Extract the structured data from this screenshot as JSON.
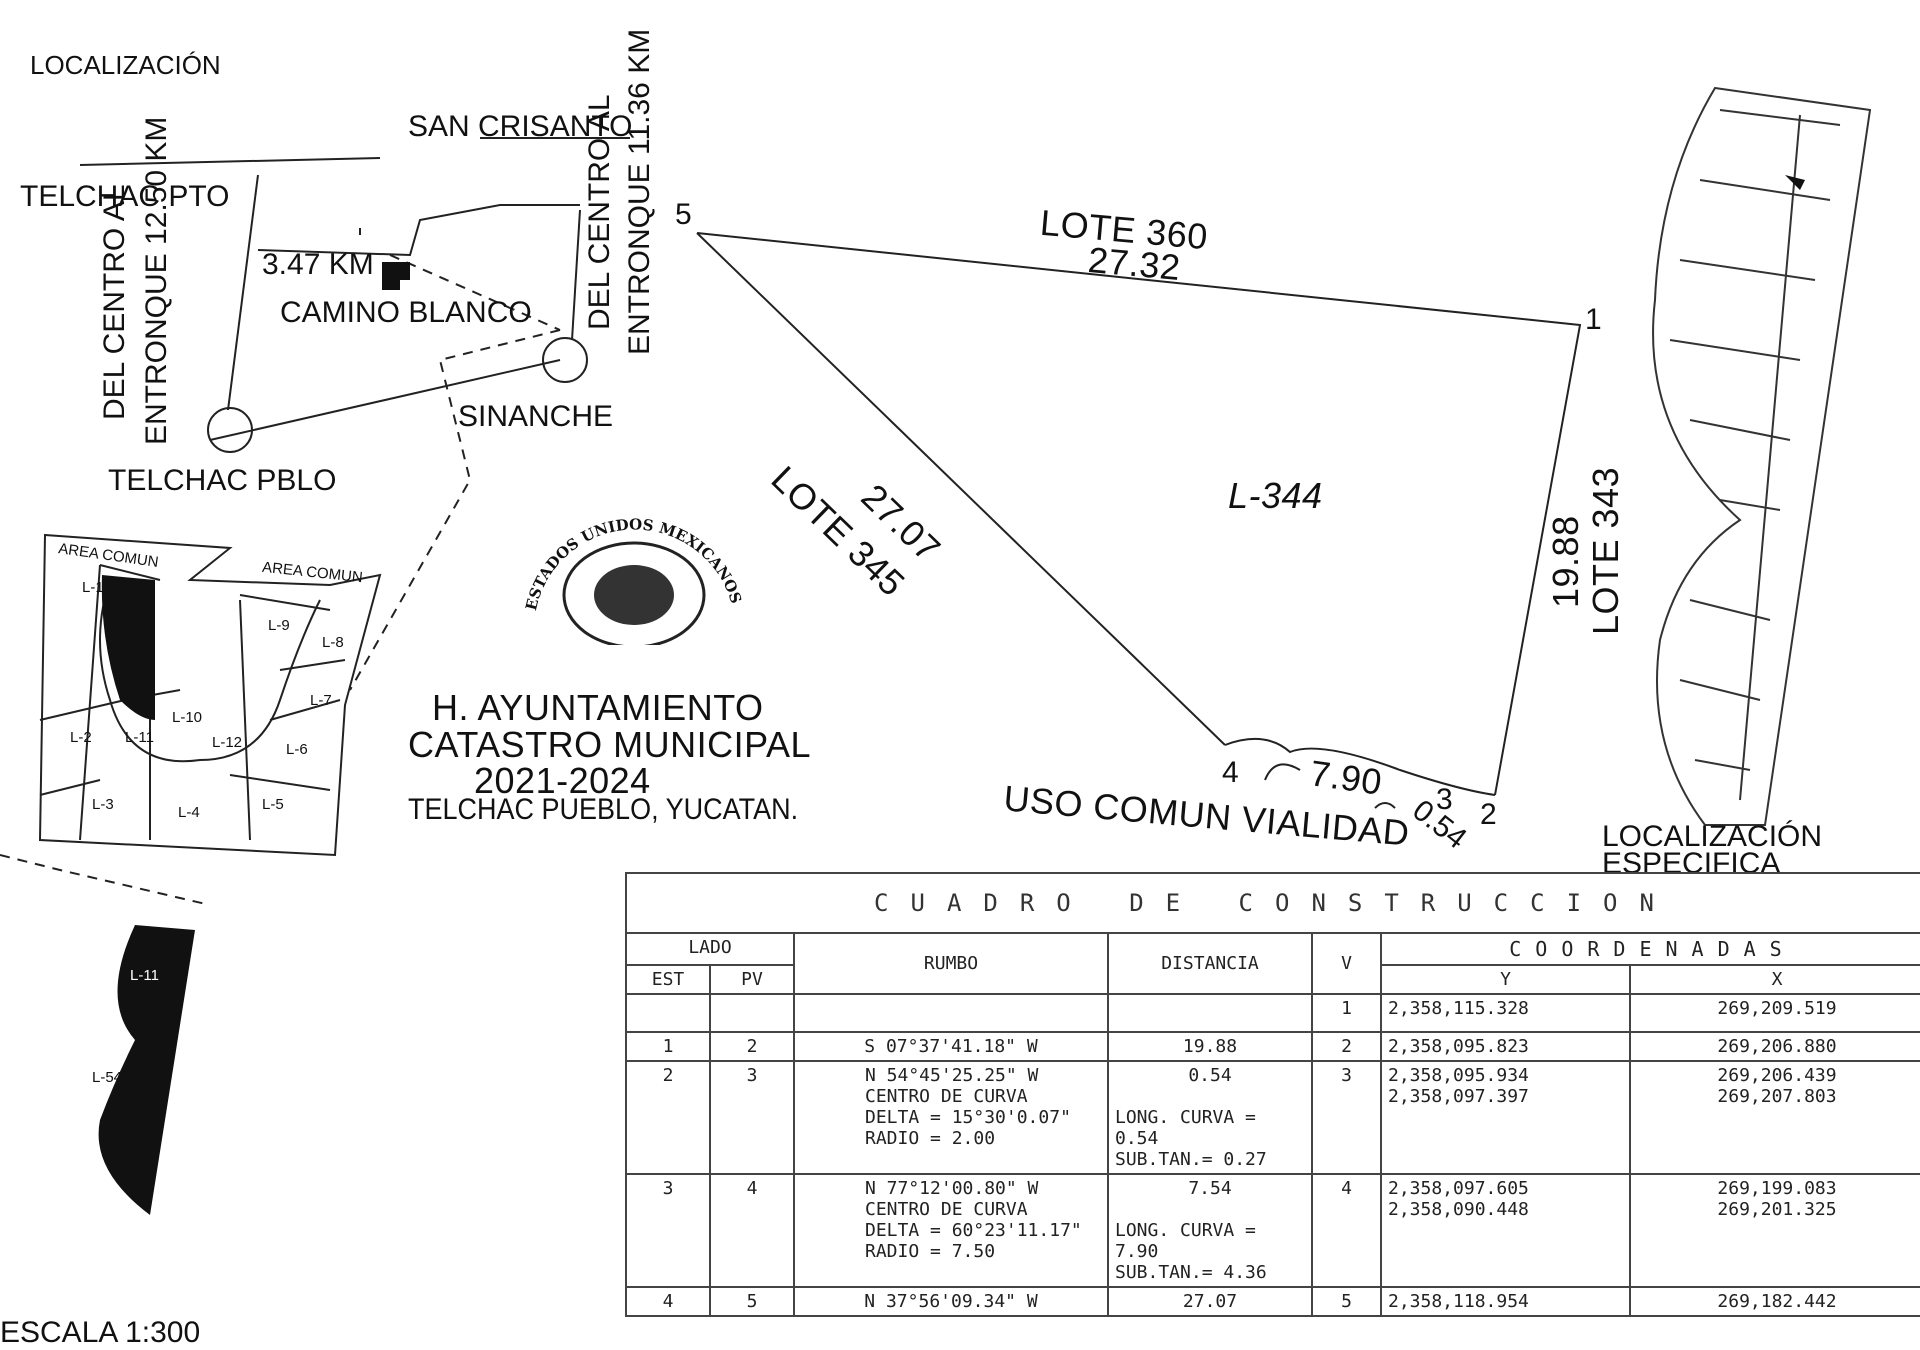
{
  "location_title": "LOCALIZACIÓN",
  "map": {
    "telchac_pto": "TELCHAC PTO",
    "san_crisanto": "SAN CRISANTO",
    "camino_blanco": "CAMINO BLANCO",
    "sinanche": "SINANCHE",
    "telchac_pblo": "TELCHAC PBLO",
    "distance_1": "3.47 KM",
    "route_left": [
      "DEL CENTRO AL",
      "ENTRONQUE 12.50 KM"
    ],
    "route_right": [
      "DEL CENTRO AL",
      "ENTRONQUE 11.36 KM"
    ]
  },
  "mini_plan": {
    "area_comun_1": "AREA COMUN",
    "area_comun_2": "AREA COMUN",
    "lots": [
      "L-1",
      "L-9",
      "L-8",
      "L-10",
      "L-7",
      "L-2",
      "L-6",
      "L-3",
      "L-4",
      "L-5",
      "L-11",
      "L-12"
    ]
  },
  "strip": {
    "label_1": "L-11",
    "label_2": "L-54A"
  },
  "scale": "ESCALA 1:300",
  "seal_text": "ESTADOS UNIDOS MEXICANOS",
  "authority": {
    "line1": "H. AYUNTAMIENTO",
    "line2": "CATASTRO MUNICIPAL",
    "line3": "2021-2024",
    "line4": "TELCHAC PUEBLO, YUCATAN."
  },
  "lot": {
    "id": "L-344",
    "north_label": "LOTE 360",
    "north_dist": "27.32",
    "west_label": "LOTE 345",
    "west_dist": "27.07",
    "east_label": "LOTE 343",
    "east_dist": "19.88",
    "south_label": "USO COMUN VIALIDAD",
    "curve_1": "7.90",
    "curve_2": "0.54",
    "vertices": [
      "1",
      "2",
      "3",
      "4",
      "5"
    ]
  },
  "specific_location": [
    "LOCALIZACIÓN",
    "ESPECIFICA"
  ],
  "table": {
    "title": "CUADRO DE CONSTRUCCION",
    "h_lado": "LADO",
    "h_est": "EST",
    "h_pv": "PV",
    "h_rumbo": "RUMBO",
    "h_distancia": "DISTANCIA",
    "h_v": "V",
    "h_coordenadas": "COORDENADAS",
    "h_y": "Y",
    "h_x": "X",
    "rows": [
      {
        "est": "",
        "pv": "",
        "rumbo": "",
        "dist": "",
        "v": "1",
        "y": "2,358,115.328",
        "x": "269,209.519"
      },
      {
        "est": "1",
        "pv": "2",
        "rumbo": "S 07°37'41.18\" W",
        "dist": "19.88",
        "v": "2",
        "y": "2,358,095.823",
        "x": "269,206.880"
      },
      {
        "est": "2",
        "pv": "3",
        "rumbo": "N 54°45'25.25\" W",
        "rumbo2": "CENTRO DE CURVA",
        "rumbo3": "DELTA = 15°30'0.07\"",
        "rumbo4": "RADIO = 2.00",
        "dist": "0.54",
        "dist2": "LONG. CURVA = 0.54",
        "dist3": "SUB.TAN.= 0.27",
        "v": "3",
        "y": "2,358,095.934",
        "y2": "2,358,097.397",
        "x": "269,206.439",
        "x2": "269,207.803"
      },
      {
        "est": "3",
        "pv": "4",
        "rumbo": "N 77°12'00.80\" W",
        "rumbo2": "CENTRO DE CURVA",
        "rumbo3": "DELTA = 60°23'11.17\"",
        "rumbo4": "RADIO = 7.50",
        "dist": "7.54",
        "dist2": "LONG. CURVA = 7.90",
        "dist3": "SUB.TAN.= 4.36",
        "v": "4",
        "y": "2,358,097.605",
        "y2": "2,358,090.448",
        "x": "269,199.083",
        "x2": "269,201.325"
      },
      {
        "est": "4",
        "pv": "5",
        "rumbo": "N 37°56'09.34\" W",
        "dist": "27.07",
        "v": "5",
        "y": "2,358,118.954",
        "x": "269,182.442"
      }
    ]
  }
}
